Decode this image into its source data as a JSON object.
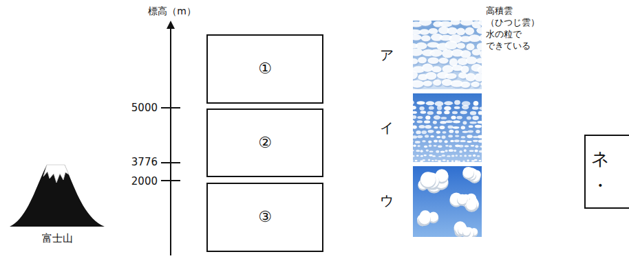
{
  "diagram": {
    "nodes": [
      {
        "text": [
          "①"
        ]
      },
      {
        "text": [
          "②"
        ]
      },
      {
        "text": [
          "③"
        ]
      },
      {
        "text": [
          "ネ",
          "・"
        ]
      }
    ],
    "labels": [
      "標高（m）",
      "5000",
      "3776",
      "2000",
      "富士山",
      "ア",
      "イ",
      "ウ",
      "高積雲 （ひつじ雲） 水の粒で できている"
    ]
  }
}
